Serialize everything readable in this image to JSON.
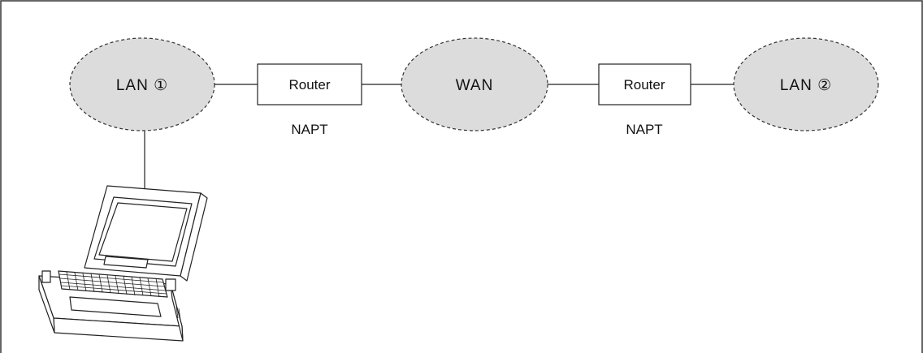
{
  "diagram": {
    "lan1": {
      "label": "LAN ①"
    },
    "router1": {
      "label": "Router",
      "sublabel": "NAPT"
    },
    "wan": {
      "label": "WAN"
    },
    "router2": {
      "label": "Router",
      "sublabel": "NAPT"
    },
    "lan2": {
      "label": "LAN ②"
    },
    "laptop": {
      "icon": "laptop-icon"
    }
  },
  "colors": {
    "cloud_fill": "#dcdcdc",
    "outline": "#222222"
  }
}
